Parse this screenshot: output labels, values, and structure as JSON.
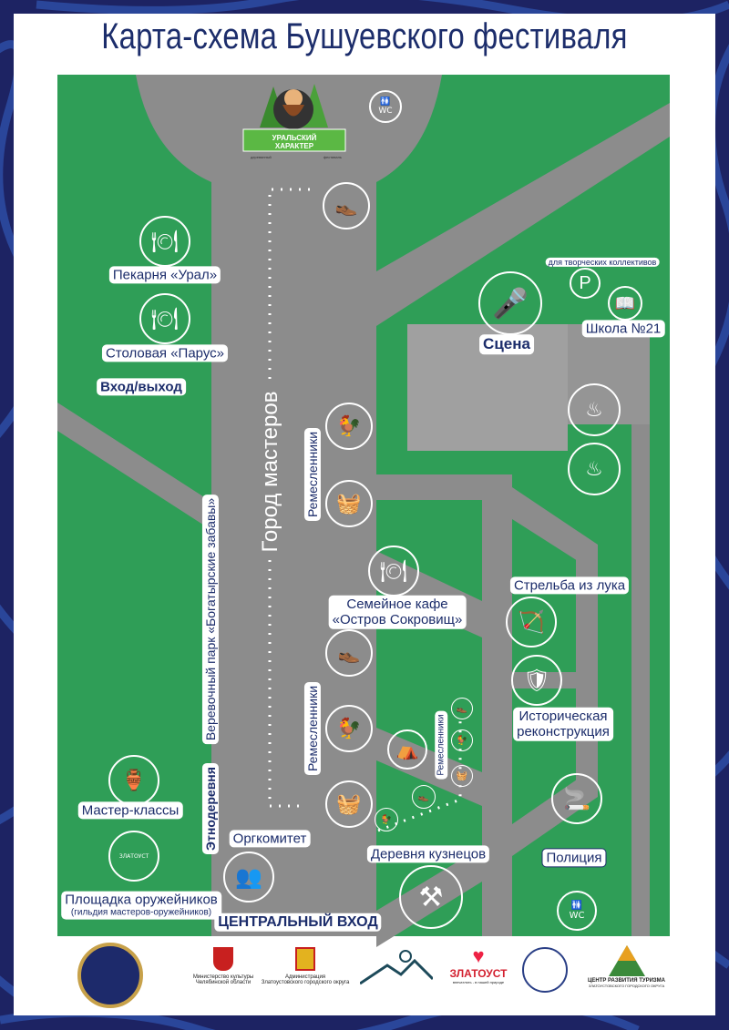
{
  "title": "Карта-схема Бушуевского фестиваля",
  "colors": {
    "grass": "#2f9e57",
    "road": "#8c8c8c",
    "stage": "#a0a0a0",
    "navy": "#1c2d6b",
    "frame": "#1d2363"
  },
  "festival_logo": {
    "line1": "УРАЛЬСКИЙ",
    "line2": "ХАРАКТЕР",
    "sub_left": "деревянный",
    "sub_right": "фестиваль"
  },
  "labels": {
    "bakery": "Пекарня «Урал»",
    "canteen": "Столовая «Парус»",
    "entrance_exit": "Вход/выход",
    "stage": "Сцена",
    "parking_note": "для творческих коллективов",
    "school": "Школа №21",
    "masters_town": "Город мастеров",
    "craftsmen_1": "Ремесленники",
    "craftsmen_2": "Ремесленники",
    "craftsmen_3": "Ремесленники",
    "rope_park": "Веревочный парк «Богатырские забавы»",
    "ethno_village": "Этнодеревня",
    "cafe_line1": "Семейное кафе",
    "cafe_line2": "«Остров Сокровищ»",
    "archery": "Стрельба из лука",
    "reenactment_line1": "Историческая",
    "reenactment_line2": "реконструкция",
    "master_classes": "Мастер-классы",
    "org_committee": "Оргкомитет",
    "blacksmith_village": "Деревня кузнецов",
    "police": "Полиция",
    "gunsmiths": "Площадка оружейников",
    "gunsmiths_sub": "(гильдия мастеров-оружейников)",
    "central_entrance": "ЦЕНТРАЛЬНЫЙ ВХОД"
  },
  "icons": {
    "wc": "WC",
    "parking": "P",
    "zlatoust_badge": "ЗЛАТОУСТ"
  },
  "footer": {
    "ministry_line1": "Министерство культуры",
    "ministry_line2": "Челябинской области",
    "admin_line1": "Администрация",
    "admin_line2": "Златоустовского городского округа",
    "zlatoust": "ЗЛАТОУСТ",
    "zlatoust_sub": "впечатлять - в нашей природе",
    "tourism_line1": "ЦЕНТР РАЗВИТИЯ ТУРИЗМА",
    "tourism_line2": "ЗЛАТОУСТОВСКОГО ГОРОДСКОГО ОКРУГА"
  }
}
